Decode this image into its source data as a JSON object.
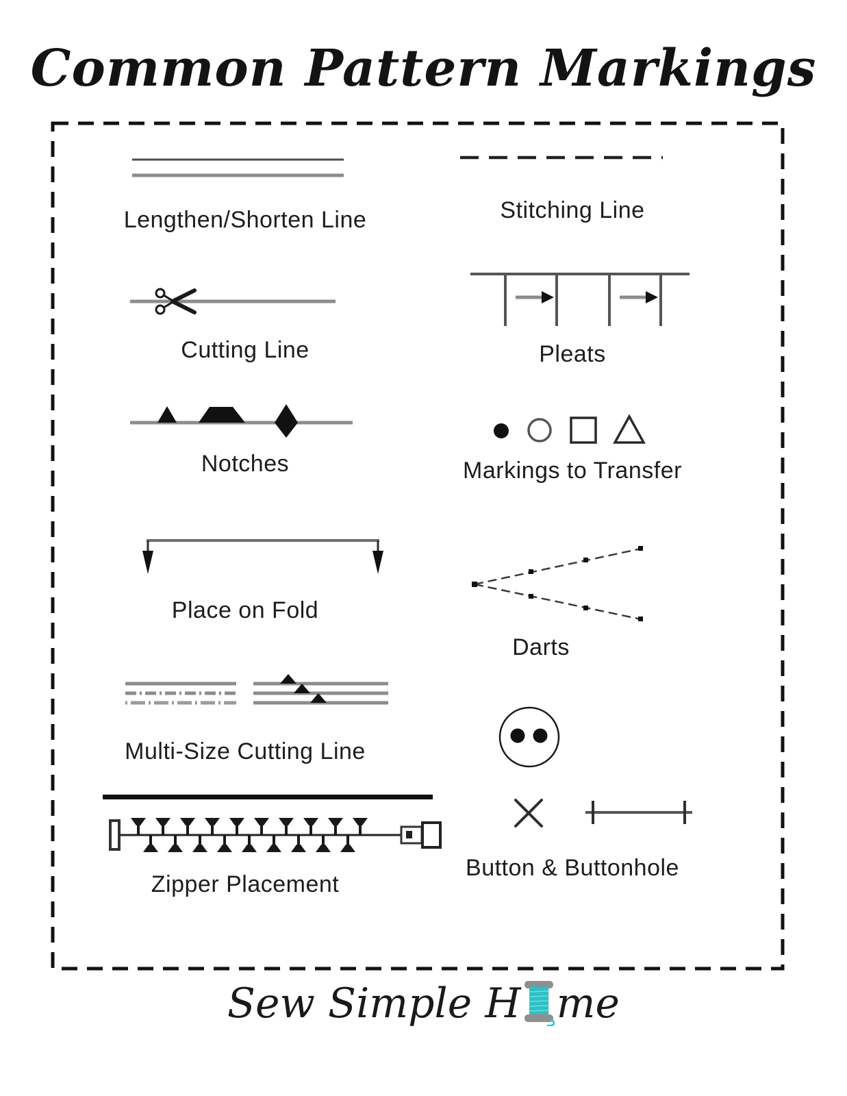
{
  "page": {
    "title": "Common Pattern Markings",
    "colors": {
      "ink_black": "#111111",
      "label_text": "#1d1d1d",
      "line_gray": "#8c8c8c",
      "line_dark_gray": "#4d4d4d",
      "spool_teal": "#2fc0c4",
      "spool_cap_gray": "#8f8f8f",
      "background": "#ffffff"
    },
    "footer_brand": {
      "full_name": "Sew Simple Home",
      "text_before_spool": "Sew Simple H",
      "text_after_spool": "me",
      "spool_icon": "thread-spool-icon",
      "spool_color": "#2fc0c4"
    }
  },
  "legend": {
    "left_column": [
      {
        "id": "lengthen-shorten-line",
        "label": "Lengthen/Shorten Line",
        "symbol_icon": "double-solid-line-icon",
        "symbol_description": "two parallel horizontal lines"
      },
      {
        "id": "cutting-line",
        "label": "Cutting Line",
        "symbol_icon": "scissors-on-line-icon",
        "symbol_description": "solid line with scissors at left end"
      },
      {
        "id": "notches",
        "label": "Notches",
        "symbol_icon": "notches-icon",
        "symbol_description": "line with solid triangle, trapezoid and diamond"
      },
      {
        "id": "place-on-fold",
        "label": "Place on Fold",
        "symbol_icon": "fold-bracket-arrows-icon",
        "symbol_description": "bracket line with two downward arrows"
      },
      {
        "id": "multi-size-cutting-line",
        "label": "Multi-Size Cutting Line",
        "symbol_icon": "multi-size-lines-icon",
        "symbol_description": "stacked solid and dashed lines with small triangles"
      },
      {
        "id": "zipper-placement",
        "label": "Zipper Placement",
        "symbol_icon": "zipper-icon",
        "symbol_description": "thick bar above a zipper drawing"
      }
    ],
    "right_column": [
      {
        "id": "stitching-line",
        "label": "Stitching Line",
        "symbol_icon": "dashed-line-icon",
        "symbol_description": "dashed horizontal line"
      },
      {
        "id": "pleats",
        "label": "Pleats",
        "symbol_icon": "pleats-icon",
        "symbol_description": "fold lines with right-pointing arrows"
      },
      {
        "id": "markings-to-transfer",
        "label": "Markings to Transfer",
        "symbol_icon": "transfer-markings-icon",
        "symbol_description": "filled dot, open circle, square and triangle"
      },
      {
        "id": "darts",
        "label": "Darts",
        "symbol_icon": "darts-icon",
        "symbol_description": "dotted V shape opening right"
      },
      {
        "id": "button-buttonhole",
        "label": "Button & Buttonhole",
        "symbol_icon": "button-and-buttonhole-icon",
        "symbol_description": "button circle with two holes, X mark and end-barred line"
      }
    ]
  }
}
